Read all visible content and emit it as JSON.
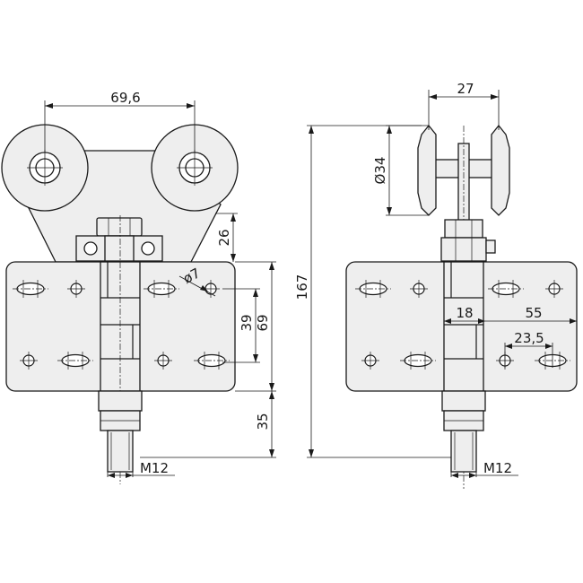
{
  "dimensions": {
    "wheel_spacing": "69,6",
    "body_height": "26",
    "hole_diameter": "ø7",
    "hole_spacing_vertical": "39",
    "plate_height": "69",
    "bolt_length": "35",
    "thread_left": "M12",
    "wheel_width": "27",
    "wheel_diameter": "Ø34",
    "overall_height": "167",
    "hinge_offset": "18",
    "plate_half_width": "55",
    "hole_spacing_horizontal": "23,5",
    "thread_right": "M12"
  }
}
